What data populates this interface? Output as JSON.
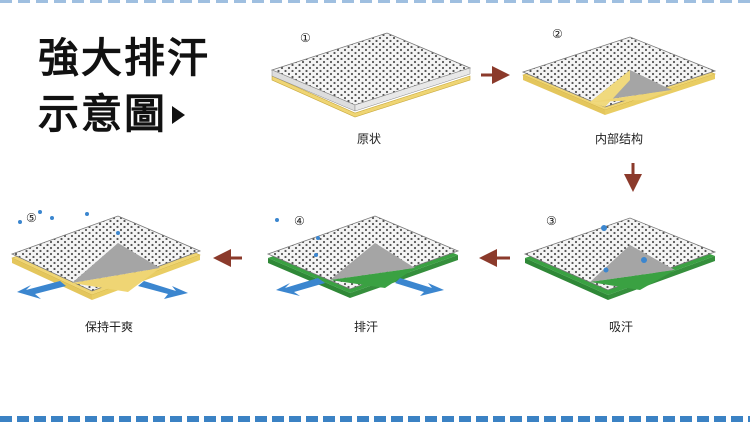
{
  "title": {
    "line1": "強大排汗",
    "line2": "示意圖"
  },
  "steps": [
    {
      "number": "①",
      "label": "原状"
    },
    {
      "number": "②",
      "label": "内部结构"
    },
    {
      "number": "③",
      "label": "吸汗"
    },
    {
      "number": "④",
      "label": "排汗"
    },
    {
      "number": "⑤",
      "label": "保持干爽"
    }
  ],
  "colors": {
    "arrow": "#8b3a2b",
    "mesh": "#f2f2f2",
    "yellow": "#efd574",
    "green": "#3aa142",
    "blue": "#3b86cf",
    "gray": "#a5a5a5"
  }
}
